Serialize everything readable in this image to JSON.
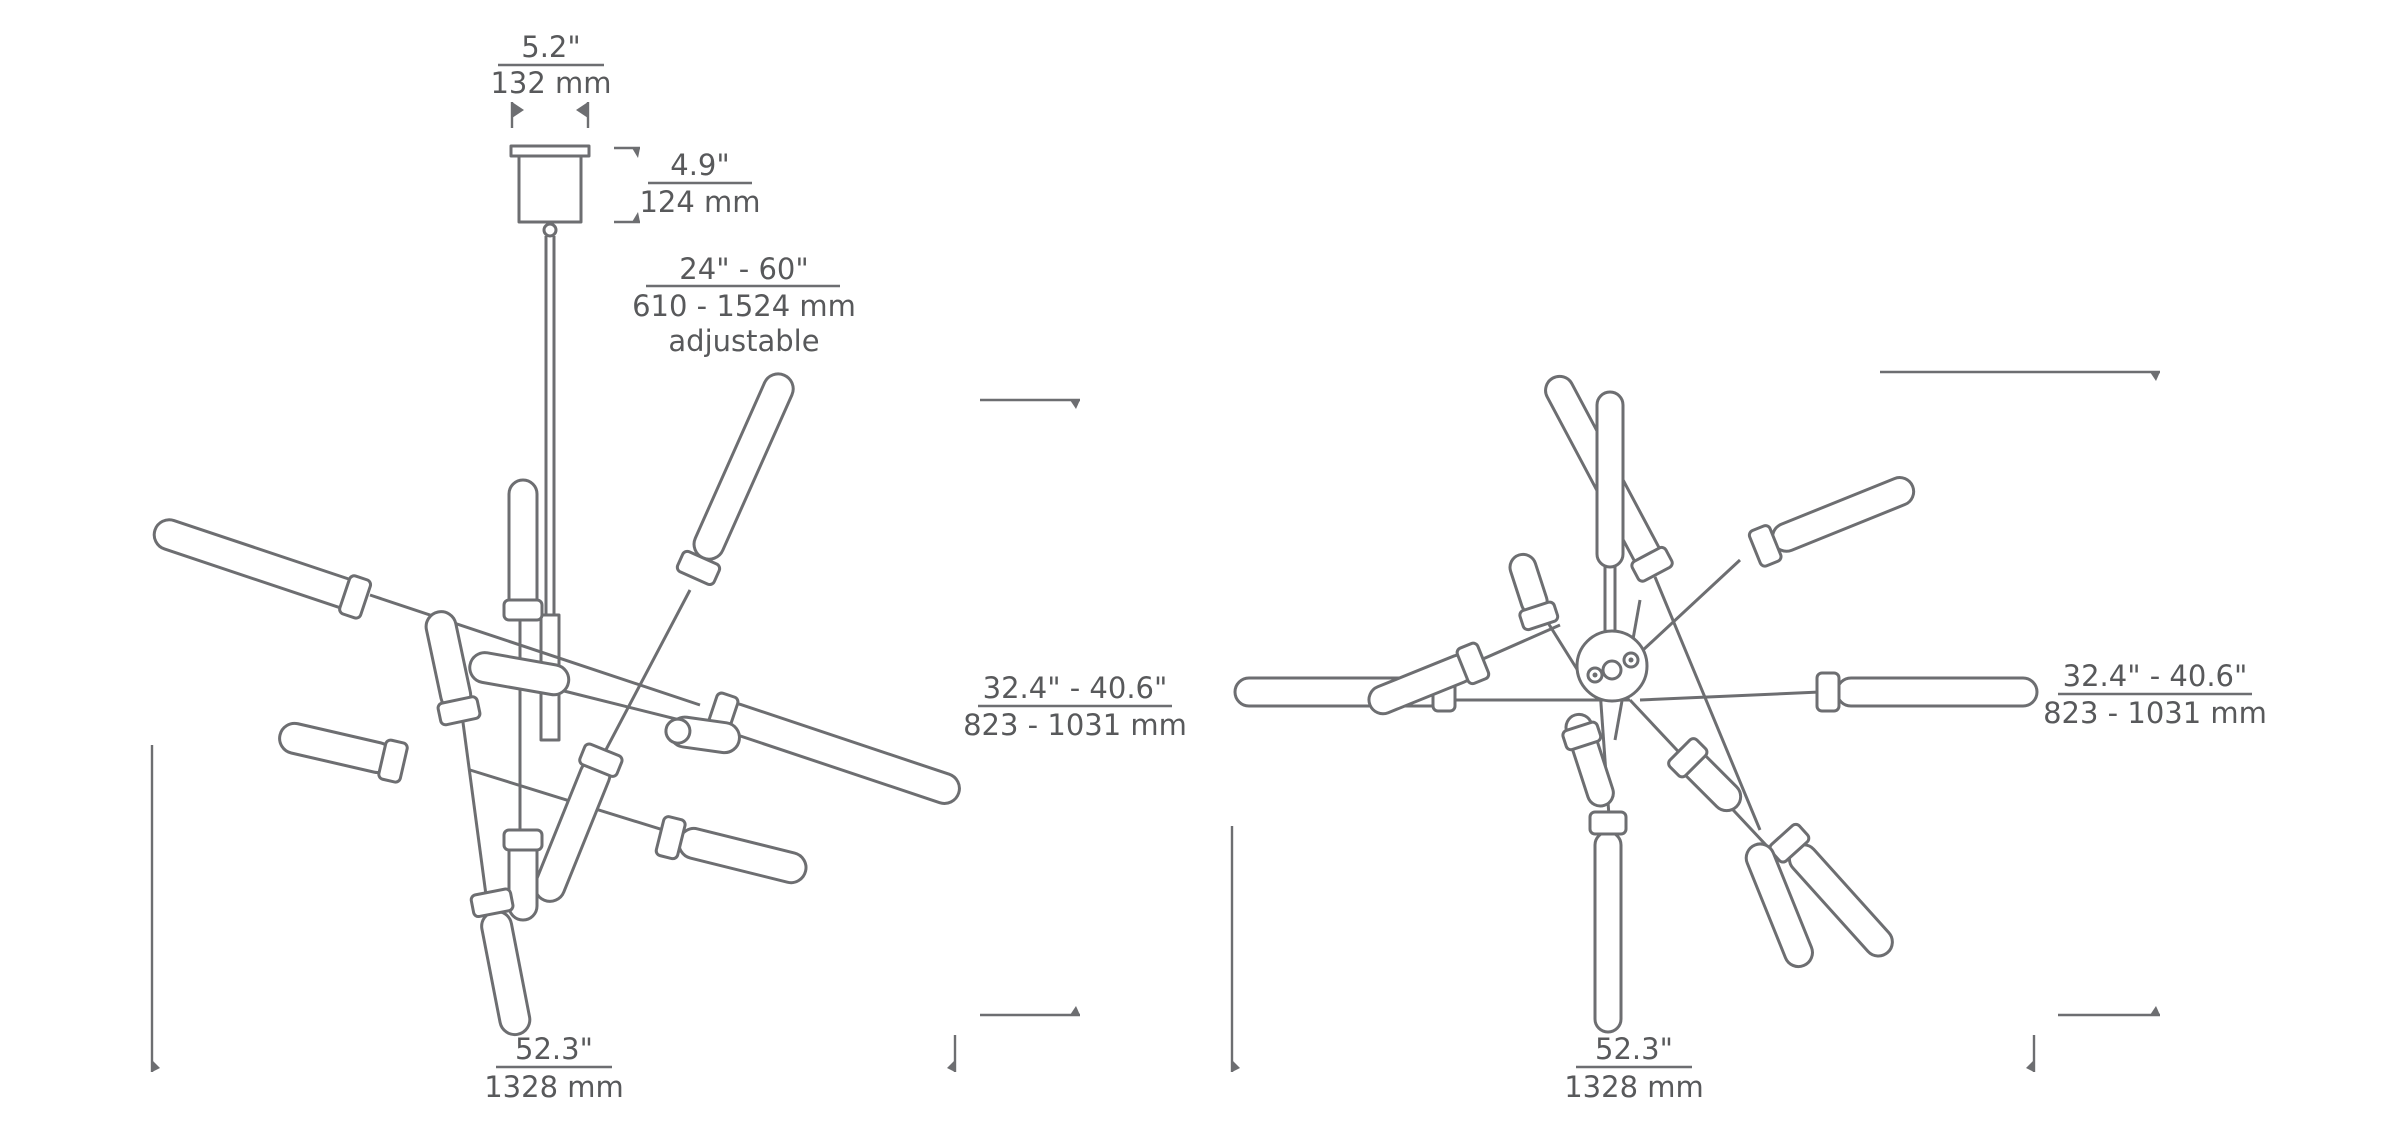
{
  "side_view": {
    "canopy_width": {
      "imperial": "5.2\"",
      "metric": "132 mm"
    },
    "canopy_height": {
      "imperial": "4.9\"",
      "metric": "124 mm"
    },
    "stem": {
      "imperial": "24\" - 60\"",
      "metric": "610 - 1524 mm",
      "note": "adjustable"
    },
    "fixture_height": {
      "imperial": "32.4\" - 40.6\"",
      "metric": "823 - 1031 mm"
    },
    "fixture_width": {
      "imperial": "52.3\"",
      "metric": "1328 mm"
    }
  },
  "top_view": {
    "fixture_height": {
      "imperial": "32.4\" - 40.6\"",
      "metric": "823 - 1031 mm"
    },
    "fixture_width": {
      "imperial": "52.3\"",
      "metric": "1328 mm"
    }
  }
}
